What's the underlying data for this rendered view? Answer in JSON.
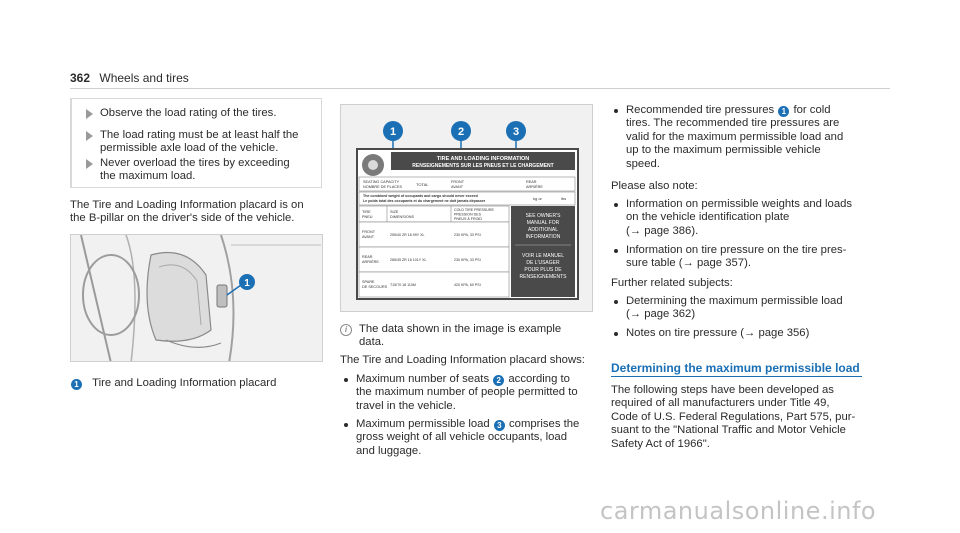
{
  "header": {
    "page_number": "362",
    "section": "Wheels and tires"
  },
  "tips": [
    {
      "line1": "Observe the load rating of the tires.",
      "line2": ""
    },
    {
      "line1": "The load rating must be at least half the",
      "line2": "permissible axle load of the vehicle."
    },
    {
      "line1": "Never overload the tires by exceeding",
      "line2": "the maximum load."
    }
  ],
  "intro": {
    "line1": "The Tire and Loading Information placard is on",
    "line2": "the B-pillar on the driver's side of the vehicle."
  },
  "figure1": {
    "caption_num": "1",
    "caption": "Tire and Loading Information placard",
    "callout": "1"
  },
  "placard": {
    "callouts": [
      "1",
      "2",
      "3"
    ],
    "title1": "TIRE AND LOADING INFORMATION",
    "title2": "RENSEIGNEMENTS SUR LES PNEUS ET LE CHARGEMENT",
    "seating1": "SEATING CAPACITY",
    "seating2": "NOMBRE DE PLACES",
    "total": "TOTAL",
    "front": "FRONT",
    "avant": "AVANT",
    "rear": "REAR",
    "arriere": "ARRIÈRE",
    "weight_line1": "The combined weight of occupants and cargo should never exceed",
    "weight_line2": "Le poids total des occupants et du chargement ne doit jamais dépasser",
    "kg": "kg or",
    "lbs": "lbs",
    "col_tire": "TIRE",
    "col_pneu": "PNEU",
    "col_size": "SIZE",
    "col_dim": "DIMENSIONS",
    "col_pressure1": "COLD TIRE PRESSURE",
    "col_pressure2": "PRESSION DES",
    "col_pressure3": "PNEUS À FROID",
    "rows": [
      {
        "a": "FRONT",
        "b": "AVANT",
        "size": "255/40 ZR 18 99Y XL",
        "pressure": "230 KPA, 33 PSI"
      },
      {
        "a": "REAR",
        "b": "ARRIÈRE",
        "size": "285/35 ZR 18 101Y XL",
        "pressure": "230 KPA, 33 PSI"
      },
      {
        "a": "SPARE",
        "b": "DE SECOURS",
        "size": "T15/70 18 110M",
        "pressure": "420 KPA, 60 PSI"
      }
    ],
    "side1": [
      "SEE OWNER'S",
      "MANUAL FOR",
      "ADDITIONAL",
      "INFORMATION"
    ],
    "side2": [
      "VOIR LE MANUEL",
      "DE L'USAGER",
      "POUR PLUS DE",
      "RENSEIGNEMENTS"
    ]
  },
  "note": {
    "line1": "The data shown in the image is example",
    "line2": "data."
  },
  "placard_shows": "The Tire and Loading Information placard shows:",
  "mid_bullets": [
    {
      "l1a": "Maximum number of seats",
      "num": "2",
      "l1b": "according to",
      "l2": "the maximum number of people permitted to",
      "l3": "travel in the vehicle.",
      "l4": ""
    },
    {
      "l1a": "Maximum permissible load",
      "num": "3",
      "l1b": "comprises the",
      "l2": "gross weight of all vehicle occupants, load",
      "l3": "and luggage.",
      "l4": ""
    }
  ],
  "right_first": {
    "l1a": "Recommended tire pressures",
    "num": "1",
    "l1b": "for cold",
    "l2": "tires. The recommended tire pressures are",
    "l3": "valid for the maximum permissible load and",
    "l4": "up to the maximum permissible vehicle",
    "l5": "speed."
  },
  "please_note": "Please also note:",
  "note_bullets": [
    {
      "l1": "Information on permissible weights and loads",
      "l2": "on the vehicle identification plate",
      "l3": "(→ page 386)."
    },
    {
      "l1": "Information on tire pressure on the tire pres-",
      "l2": "sure table (→ page 357).",
      "l3": ""
    }
  ],
  "further": "Further related subjects:",
  "further_bullets": [
    {
      "l1": "Determining the maximum permissible load",
      "l2": "(→ page 362)"
    },
    {
      "l1": "Notes on tire pressure (→ page 356)",
      "l2": ""
    }
  ],
  "section_title": "Determining the maximum permissible load",
  "section_body": [
    "The following steps have been developed as",
    "required of all manufacturers under Title 49,",
    "Code of U.S. Federal Regulations, Part 575, pur-",
    "suant to the \"National Traffic and Motor Vehicle",
    "Safety Act of 1966\"."
  ],
  "watermark": "carmanualsonline.info",
  "colors": {
    "accent": "#1a6fb5",
    "placard_dark": "#4a4a4a",
    "text": "#2b2b2b"
  }
}
